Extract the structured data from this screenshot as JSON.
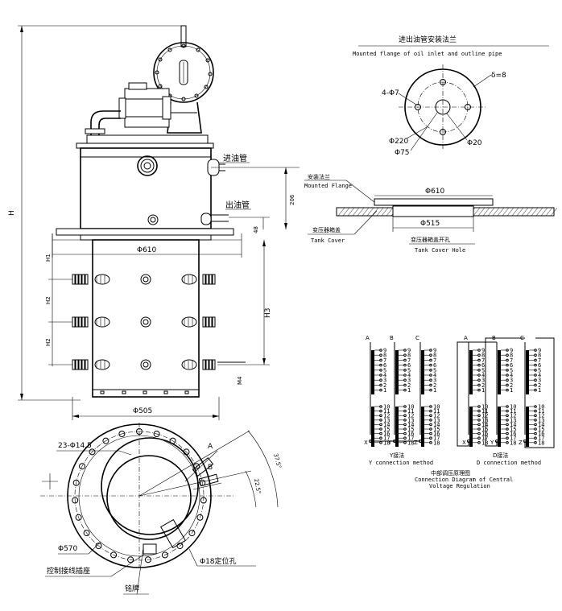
{
  "main_view": {
    "dim_H": "H",
    "dim_H1": "H1",
    "dim_H2_upper": "H2",
    "dim_H2_lower": "H2",
    "dim_H3": "H3",
    "dim_M": "M4",
    "dim_206": "206",
    "dim_48": "48",
    "dim_610": "Φ610",
    "dim_505": "Φ505",
    "label_inlet_pipe": "进油管",
    "label_outlet_pipe": "出油管"
  },
  "flange_view": {
    "title_cn": "进出油管安装法兰",
    "title_en": "Mounted flange of oil inlet and outline pipe",
    "holes": "4-Φ7",
    "thickness": "δ=8",
    "d220": "Φ220",
    "d75": "Φ75",
    "d20": "Φ20"
  },
  "cover_view": {
    "label_mount_cn": "安装法兰",
    "label_mount_en": "Mounted Flange",
    "d610": "Φ610",
    "d515": "Φ515",
    "label_cover_cn": "变压器箱盖",
    "label_cover_en": "Tank Cover",
    "label_hole_cn": "变压器箱盖开孔",
    "label_hole_en": "Tank Cover Hole"
  },
  "bottom_view": {
    "holes": "23-Φ14.5",
    "d570": "Φ570",
    "pin": "Φ18定位孔",
    "socket": "控制接线插座",
    "nameplate": "铭牌",
    "angle1": "37.5°",
    "angle2": "22.5°",
    "mark_A": "A",
    "mark_B": "B"
  },
  "wiring": {
    "phase_labels_y": [
      "A",
      "B",
      "C"
    ],
    "phase_labels_d": [
      "A",
      "B",
      "C"
    ],
    "taps": [
      "9",
      "8",
      "7",
      "6",
      "5",
      "4",
      "3",
      "2",
      "1"
    ],
    "taps_lower": [
      "10",
      "11",
      "12",
      "13",
      "14",
      "15",
      "16",
      "17",
      "18"
    ],
    "neutral_y": [
      "X",
      "Y",
      "Z"
    ],
    "neutral_d": [
      "X",
      "Y",
      "Z"
    ],
    "caption_y_cn": "Y接法",
    "caption_y_en": "Y connection method",
    "caption_d_cn": "D接法",
    "caption_d_en": "D connection method",
    "title_cn": "中部调压原理图",
    "title_en_1": "Connection Diagram of Central",
    "title_en_2": "Voltage Regulation"
  }
}
